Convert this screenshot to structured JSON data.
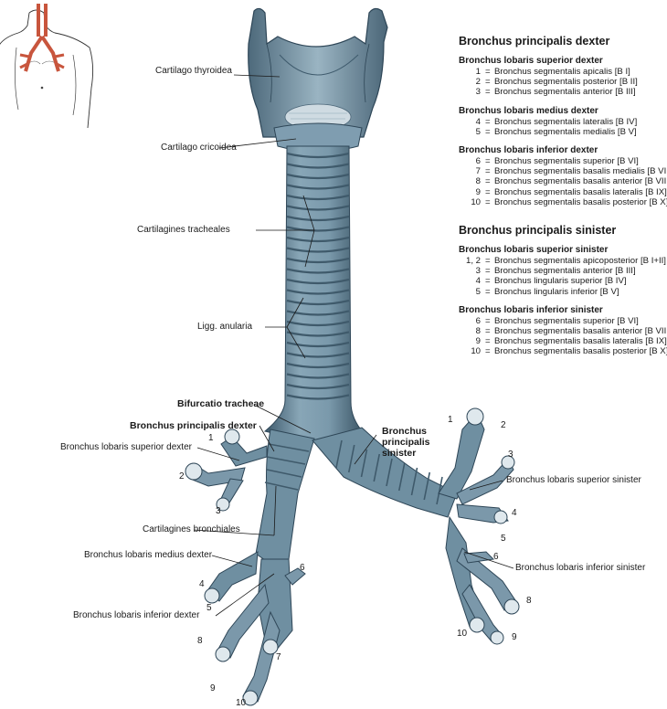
{
  "labels": {
    "thyroid": "Cartilago thyroidea",
    "cricoid": "Cartilago cricoidea",
    "tracheal": "Cartilagines tracheales",
    "anular": "Ligg. anularia",
    "bifurcation": "Bifurcatio tracheae",
    "main_right": "Bronchus principalis dexter",
    "main_left": "Bronchus principalis sinister",
    "lobar_sup_dex": "Bronchus lobaris superior dexter",
    "bronchial_cart": "Cartilagines bronchiales",
    "lobar_med_dex": "Bronchus lobaris medius dexter",
    "lobar_inf_dex": "Bronchus lobaris inferior dexter",
    "lobar_sup_sin": "Bronchus lobaris superior sinister",
    "lobar_inf_sin": "Bronchus lobaris inferior sinister"
  },
  "segment_numbers": {
    "r1": "1",
    "r2": "2",
    "r3": "3",
    "r4": "4",
    "r5": "5",
    "r6": "6",
    "r7": "7",
    "r8": "8",
    "r9": "9",
    "r10": "10",
    "l1": "1",
    "l2": "2",
    "l3": "3",
    "l4": "4",
    "l5": "5",
    "l6": "6",
    "l8": "8",
    "l9": "9",
    "l10": "10"
  },
  "legend": {
    "right_title": "Bronchus principalis dexter",
    "right_groups": [
      {
        "title": "Bronchus lobaris superior dexter",
        "rows": [
          {
            "num": "1",
            "text": "Bronchus segmentalis apicalis [B I]"
          },
          {
            "num": "2",
            "text": "Bronchus segmentalis posterior [B II]"
          },
          {
            "num": "3",
            "text": "Bronchus segmentalis anterior [B III]"
          }
        ]
      },
      {
        "title": "Bronchus lobaris medius dexter",
        "rows": [
          {
            "num": "4",
            "text": "Bronchus segmentalis lateralis [B IV]"
          },
          {
            "num": "5",
            "text": "Bronchus segmentalis medialis [B V]"
          }
        ]
      },
      {
        "title": "Bronchus lobaris inferior dexter",
        "rows": [
          {
            "num": "6",
            "text": "Bronchus segmentalis superior [B VI]"
          },
          {
            "num": "7",
            "text": "Bronchus segmentalis basalis medialis [B VII]"
          },
          {
            "num": "8",
            "text": "Bronchus segmentalis basalis anterior [B VIII]"
          },
          {
            "num": "9",
            "text": "Bronchus segmentalis basalis lateralis [B IX]"
          },
          {
            "num": "10",
            "text": "Bronchus segmentalis basalis posterior [B X]"
          }
        ]
      }
    ],
    "left_title": "Bronchus principalis sinister",
    "left_groups": [
      {
        "title": "Bronchus lobaris superior sinister",
        "rows": [
          {
            "num": "1, 2",
            "text": "Bronchus segmentalis apicoposterior [B I+II]"
          },
          {
            "num": "3",
            "text": "Bronchus segmentalis anterior [B III]"
          },
          {
            "num": "4",
            "text": "Bronchus lingularis superior [B IV]"
          },
          {
            "num": "5",
            "text": "Bronchus lingularis inferior [B V]"
          }
        ]
      },
      {
        "title": "Bronchus lobaris inferior sinister",
        "rows": [
          {
            "num": "6",
            "text": "Bronchus segmentalis superior [B VI]"
          },
          {
            "num": "8",
            "text": "Bronchus segmentalis basalis anterior [B VIII]"
          },
          {
            "num": "9",
            "text": "Bronchus segmentalis basalis lateralis [B IX]"
          },
          {
            "num": "10",
            "text": "Bronchus segmentalis basalis posterior [B X]"
          }
        ]
      }
    ]
  },
  "colors": {
    "tissue": "#6f8fa1",
    "tissue_dark": "#3f5a6b",
    "tissue_light": "#a8c0cd",
    "accent_red": "#c8553d"
  }
}
